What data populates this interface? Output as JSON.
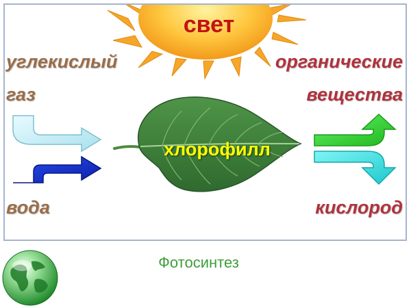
{
  "diagram": {
    "sun_label": "свет",
    "chlorophyll_label": "хлорофилл",
    "inputs": {
      "carbon_dioxide_line1": "углекислый",
      "carbon_dioxide_line2": "газ",
      "water": "вода"
    },
    "outputs": {
      "organic_line1": "органические",
      "organic_line2": "вещества",
      "oxygen": "кислород"
    }
  },
  "caption": "Фотосинтез",
  "colors": {
    "sun": "#f8b33a",
    "sun_text": "#c21212",
    "leaf": "#3f7d38",
    "leaf_text": "#ffff00",
    "arrow_co2": "#c8f0f8",
    "arrow_water": "#1030d0",
    "arrow_organic": "#33dd33",
    "arrow_oxygen": "#33dddd",
    "caption": "#3e9e3a",
    "frame_border": "#a4b4cc"
  },
  "icons": [
    "sun-icon",
    "leaf-icon",
    "globe-icon"
  ]
}
